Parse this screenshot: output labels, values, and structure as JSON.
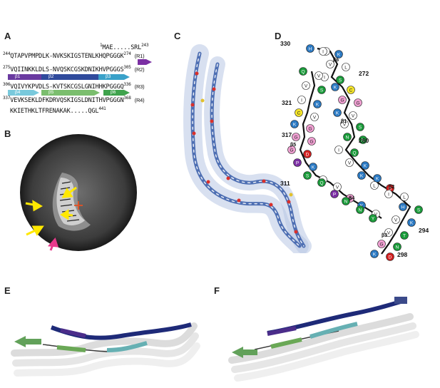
{
  "panels": {
    "a": "A",
    "b": "B",
    "c": "C",
    "d": "D",
    "e": "E",
    "f": "F"
  },
  "sequence": {
    "r0_pre": "MAE.....SRL",
    "r0_num_start": "1",
    "r0_num_end": "243",
    "r1_start": "244",
    "r1_seq": "QTAPVPMPDLK-NVKSKIGSTENLKHQPGGGK",
    "r1_end": "274",
    "r1_tag": "(R1)",
    "r2_start": "275",
    "r2_seq": "VQIINKKLDLS-NVQSKCGSKDNIKHVPGGGS",
    "r2_end": "305",
    "r2_tag": "(R2)",
    "r3_start": "306",
    "r3_seq": "VQIVYKPVDLS-KVTSKCGSLGNIHHKPGGGQ",
    "r3_end": "336",
    "r3_tag": "(R3)",
    "r4_start": "337",
    "r4_seq": "VEVKSEKLDFKDRVQSKIGSLDNITHVPGGGN",
    "r4_end": "368",
    "r4_tag": "(R4)",
    "r5_seq": "KKIETHKLTFRENAKAK.....QGL",
    "r5_end": "441"
  },
  "strands": {
    "b1": "β1",
    "b2": "β2",
    "b3": "β3",
    "b4": "β4",
    "b5": "β5",
    "b6": "β6"
  },
  "colors": {
    "b1": "#6a3aa0",
    "b2": "#2f4a9c",
    "b3": "#3aa1c9",
    "b4": "#79c9dc",
    "b5": "#7bbe6e",
    "b6": "#3fa34d",
    "charged_pos": "#2b79c2",
    "charged_neg": "#d11f1f",
    "polar": "#1a9a3a",
    "glycine": "#f0a0d2",
    "cysteine": "#f5e52a",
    "proline": "#7b2fa3",
    "hydrophobic": "#ffffff"
  },
  "topology": {
    "labels": [
      "330",
      "272",
      "321",
      "317",
      "280",
      "311",
      "294",
      "298"
    ],
    "beta": [
      "β6",
      "β1",
      "β5",
      "β2",
      "β4",
      "β3"
    ],
    "residues": [
      "H",
      "L",
      "I",
      "K",
      "V",
      "L",
      "I",
      "S",
      "K",
      "C",
      "G",
      "G",
      "K",
      "V",
      "V",
      "S",
      "N",
      "N",
      "I",
      "Q",
      "V",
      "K",
      "K",
      "K",
      "L",
      "D",
      "I",
      "L",
      "H",
      "S",
      "V",
      "K",
      "V",
      "T",
      "G",
      "N",
      "K",
      "D",
      "Q",
      "V",
      "V",
      "S",
      "I",
      "K",
      "C",
      "V",
      "K",
      "G",
      "G",
      "G",
      "G",
      "D",
      "P",
      "K",
      "S",
      "I",
      "Q",
      "V",
      "P",
      "G",
      "N",
      "K",
      "N",
      "V",
      "Y"
    ]
  }
}
